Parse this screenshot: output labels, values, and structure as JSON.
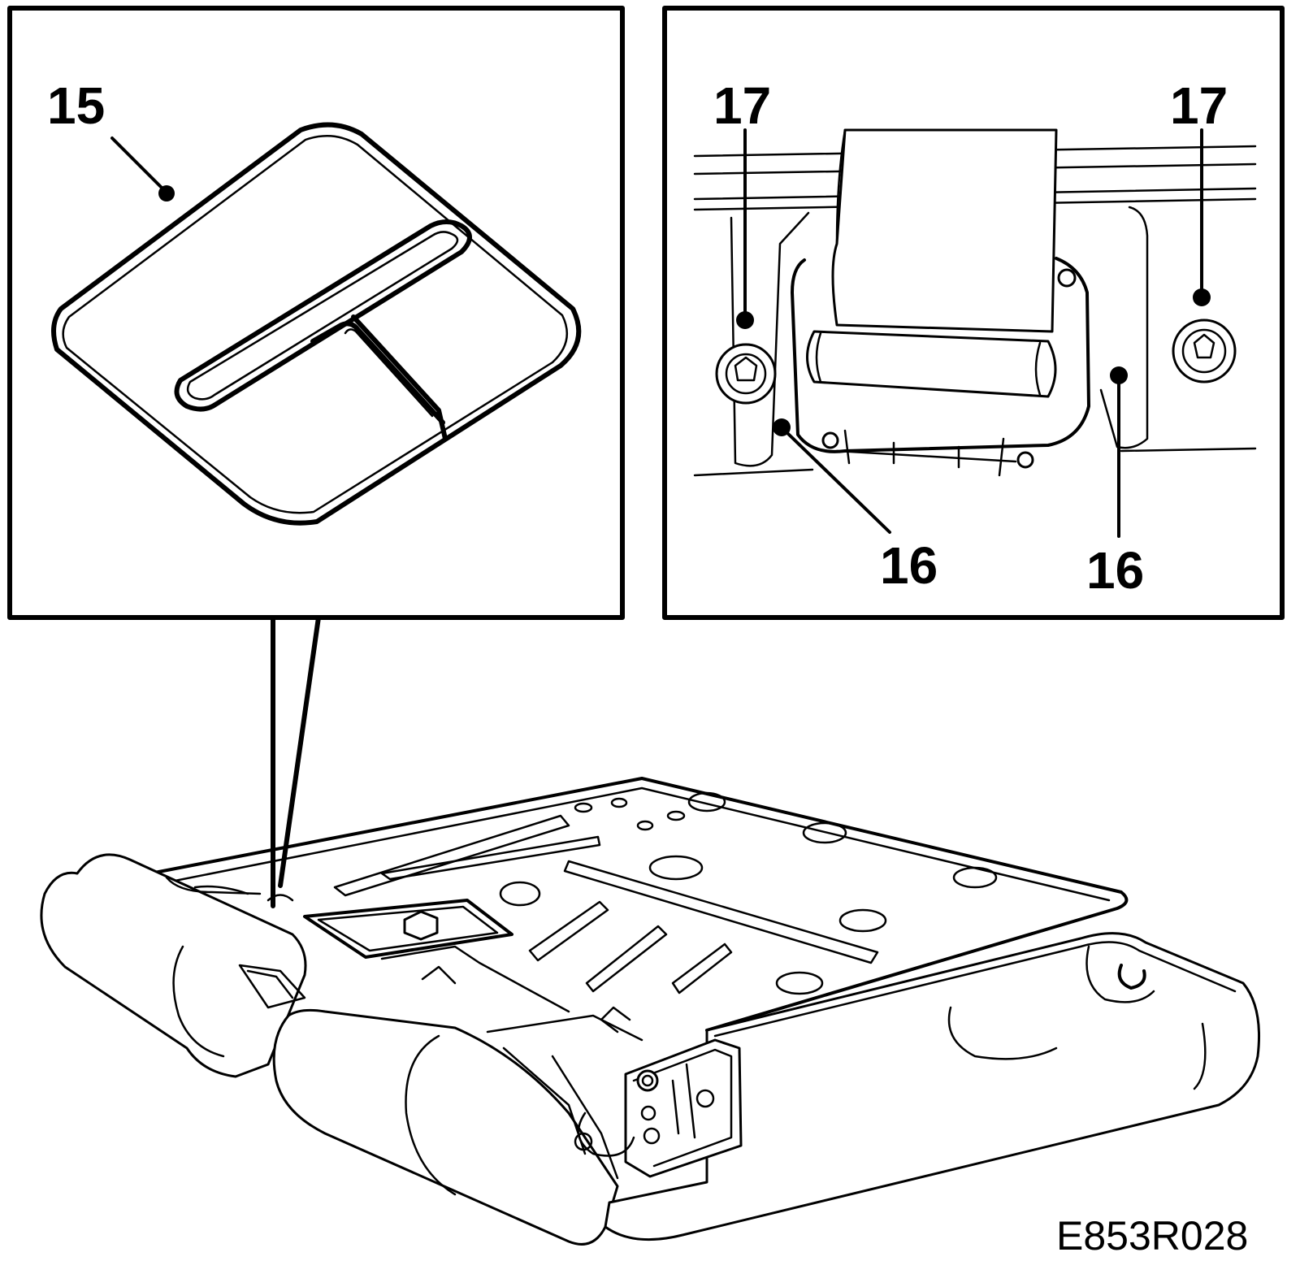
{
  "callouts": {
    "c15": "15",
    "c16a": "16",
    "c16b": "16",
    "c17a": "17",
    "c17b": "17"
  },
  "figure_id": "E853R028",
  "colors": {
    "line": "#000000",
    "background": "#ffffff"
  }
}
